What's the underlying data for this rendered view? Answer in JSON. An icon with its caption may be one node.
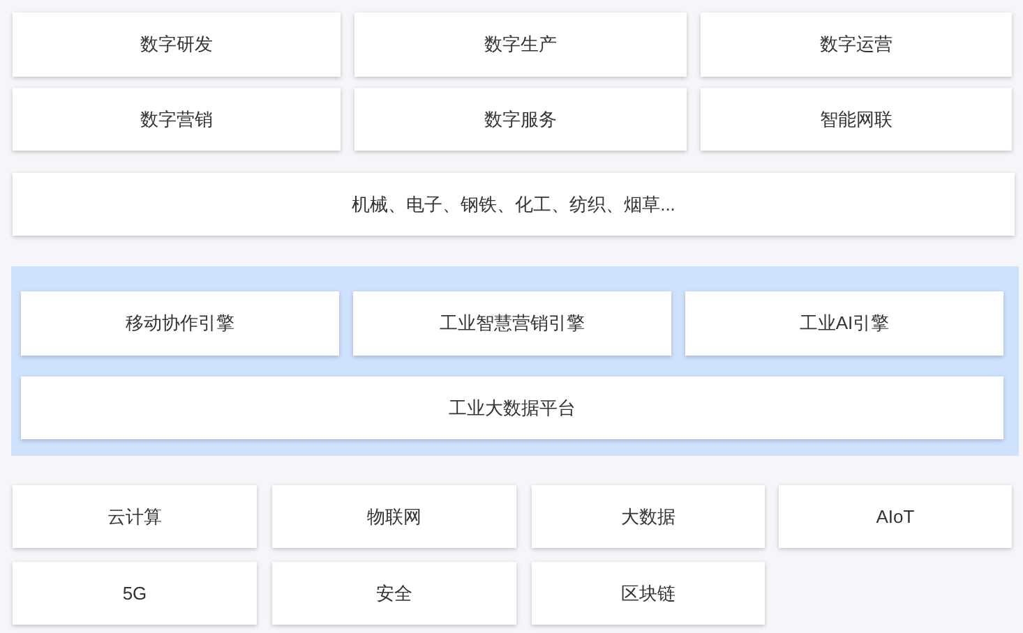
{
  "diagram": {
    "nodes": [
      {
        "text": [
          "数字研发"
        ]
      },
      {
        "text": [
          "数字生产"
        ]
      },
      {
        "text": [
          "数字运营"
        ]
      },
      {
        "text": [
          "数字营销"
        ]
      },
      {
        "text": [
          "数字服务"
        ]
      },
      {
        "text": [
          "智能网联"
        ]
      },
      {
        "text": [
          "机械、电子、钢铁、化工、纺织、烟草..."
        ]
      },
      {
        "text": [],
        "shape": "box"
      },
      {
        "text": [
          "移动协作引擎"
        ],
        "in": 7
      },
      {
        "text": [
          "工业智慧营销引擎"
        ],
        "in": 7
      },
      {
        "text": [
          "工业AI引擎"
        ],
        "in": 7
      },
      {
        "text": [
          "工业大数据平台"
        ],
        "in": 7
      },
      {
        "text": [
          "云计算"
        ]
      },
      {
        "text": [
          "物联网"
        ]
      },
      {
        "text": [
          "大数据"
        ]
      },
      {
        "text": [
          "AIoT"
        ]
      },
      {
        "text": [
          "5G"
        ]
      },
      {
        "text": [
          "安全"
        ]
      },
      {
        "text": [
          "区块链"
        ]
      }
    ],
    "edges": []
  }
}
